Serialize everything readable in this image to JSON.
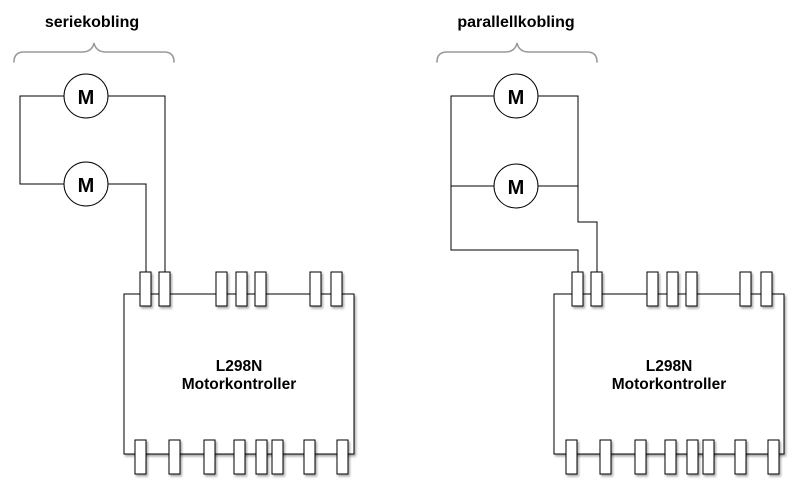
{
  "series": {
    "heading": "seriekobling",
    "motors": [
      {
        "label": "M"
      },
      {
        "label": "M"
      }
    ],
    "controller": {
      "line1": "L298N",
      "line2": "Motorkontroller"
    }
  },
  "parallel": {
    "heading": "parallellkobling",
    "motors": [
      {
        "label": "M"
      },
      {
        "label": "M"
      }
    ],
    "controller": {
      "line1": "L298N",
      "line2": "Motorkontroller"
    }
  }
}
